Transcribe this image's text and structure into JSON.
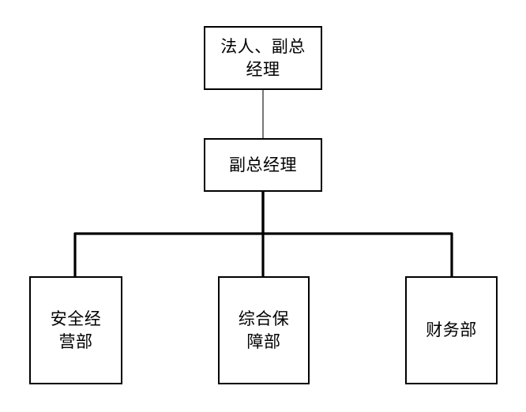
{
  "diagram": {
    "type": "organization-chart",
    "orientation": "top-down",
    "background_color": "#ffffff",
    "line_color": "#000000",
    "box_border_color": "#000000",
    "box_fill_color": "#ffffff",
    "text_color": "#000000",
    "nodes": [
      {
        "id": "legal-person",
        "label": "法人、副总\n经理",
        "level": 1
      },
      {
        "id": "deputy-gm",
        "label": "副总经理",
        "level": 2
      },
      {
        "id": "safety-ops",
        "label": "安全经\n营部",
        "level": 3
      },
      {
        "id": "support",
        "label": "综合保\n障部",
        "level": 3
      },
      {
        "id": "finance",
        "label": "财务部",
        "level": 3
      }
    ],
    "edges": [
      {
        "from": "legal-person",
        "to": "deputy-gm",
        "style": "thin-vertical"
      },
      {
        "from": "deputy-gm",
        "to": "safety-ops",
        "style": "thick-elbow"
      },
      {
        "from": "deputy-gm",
        "to": "support",
        "style": "thick-vertical"
      },
      {
        "from": "deputy-gm",
        "to": "finance",
        "style": "thick-elbow"
      }
    ]
  }
}
